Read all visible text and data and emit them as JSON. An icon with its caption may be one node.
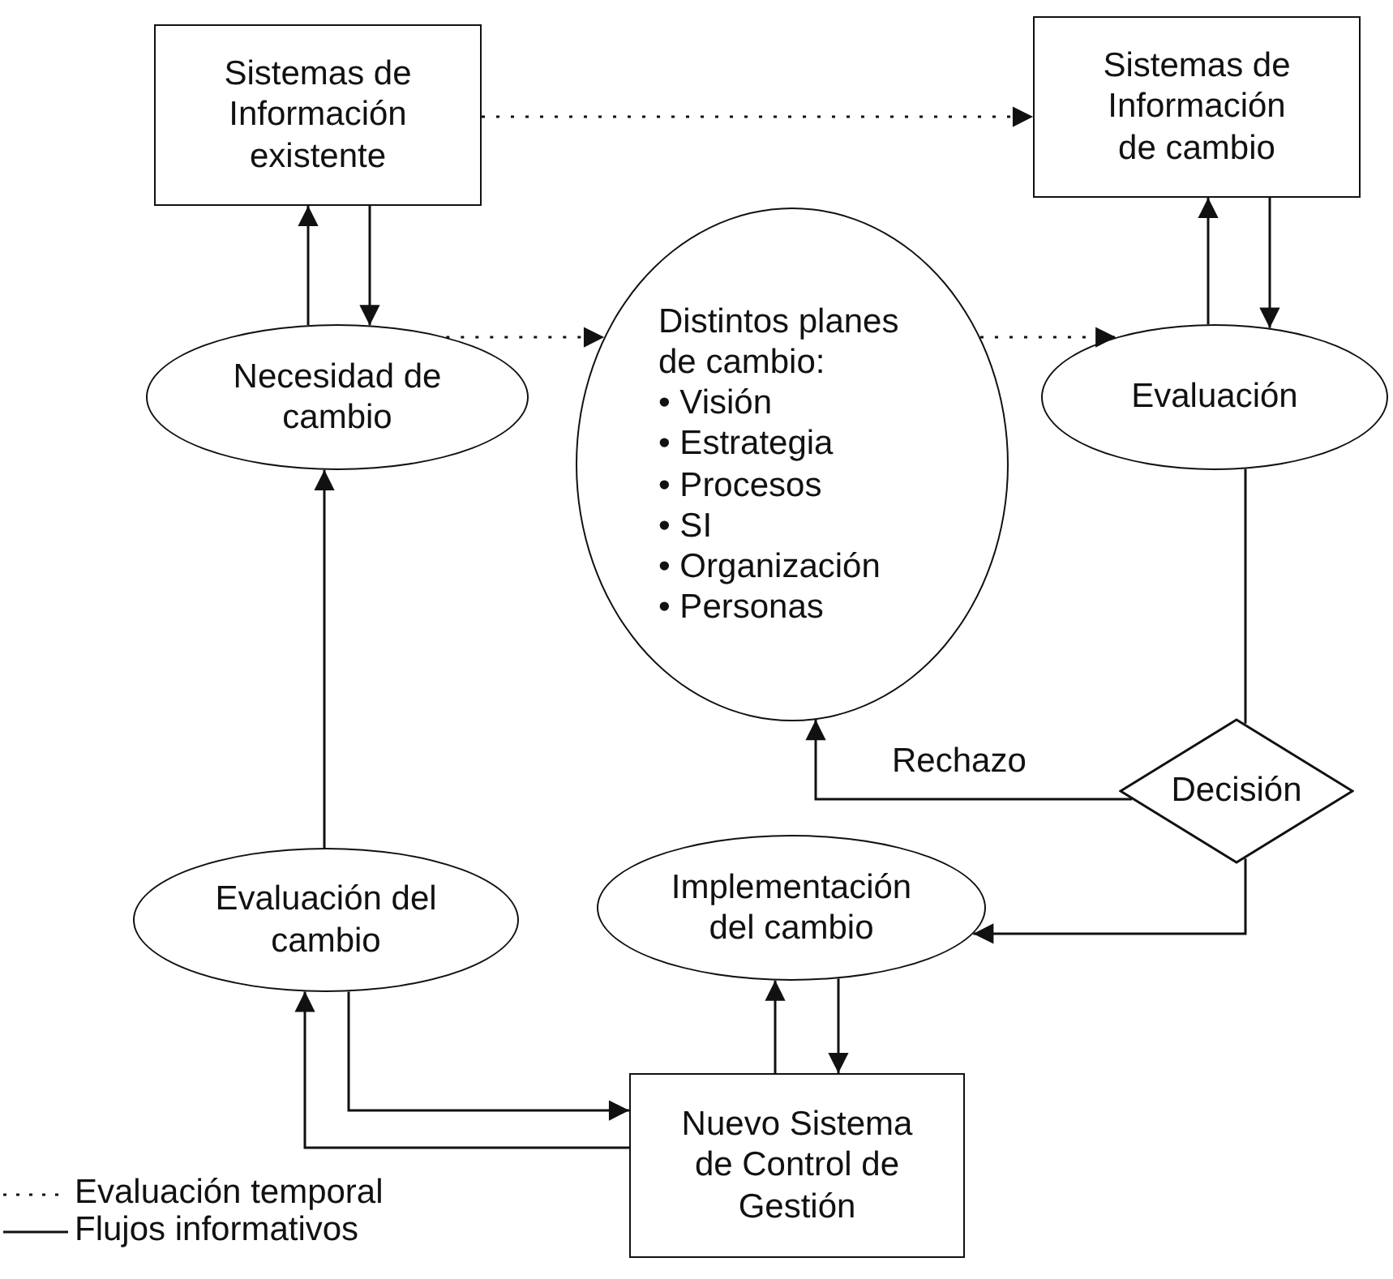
{
  "diagram": {
    "nodes": [
      {
        "text": [
          "Sistemas de Información existente"
        ]
      },
      {
        "text": [
          "Sistemas de Información de cambio"
        ]
      },
      {
        "text": [
          "Necesidad de cambio"
        ]
      },
      {
        "text": [
          "Distintos planes de cambio:",
          "• Visión",
          "• Estrategia",
          "• Procesos",
          "• SI",
          "• Organización",
          "• Personas"
        ]
      },
      {
        "text": [
          "Evaluación"
        ]
      },
      {
        "text": [
          "Decisión"
        ]
      },
      {
        "text": [
          "Evaluación del cambio"
        ]
      },
      {
        "text": [
          "Implementación del cambio"
        ]
      },
      {
        "text": [
          "Nuevo Sistema de Control de Gestión"
        ]
      }
    ],
    "edges": [
      {
        "from": 0,
        "to": 1,
        "arrow": "to",
        "style": "dashed"
      },
      {
        "from": 2,
        "to": 0,
        "arrow": "to"
      },
      {
        "from": 0,
        "to": 2,
        "arrow": "to"
      },
      {
        "from": 2,
        "to": 3,
        "arrow": "to",
        "style": "dashed"
      },
      {
        "from": 3,
        "to": 4,
        "arrow": "to",
        "style": "dashed"
      },
      {
        "from": 4,
        "to": 1,
        "arrow": "to"
      },
      {
        "from": 1,
        "to": 4,
        "arrow": "to"
      },
      {
        "from": 4,
        "to": 5,
        "arrow": "none"
      },
      {
        "from": 5,
        "to": 3,
        "arrow": "to",
        "label": "Rechazo"
      },
      {
        "from": 5,
        "to": 7,
        "arrow": "to"
      },
      {
        "from": 6,
        "to": 2,
        "arrow": "to"
      },
      {
        "from": 6,
        "to": 8,
        "arrow": "to"
      },
      {
        "from": 8,
        "to": 6,
        "arrow": "to"
      },
      {
        "from": 8,
        "to": 7,
        "arrow": "to"
      },
      {
        "from": 7,
        "to": 8,
        "arrow": "to"
      }
    ],
    "legend": [
      {
        "text": "Evaluación temporal"
      },
      {
        "text": "Flujos informativos"
      }
    ]
  }
}
